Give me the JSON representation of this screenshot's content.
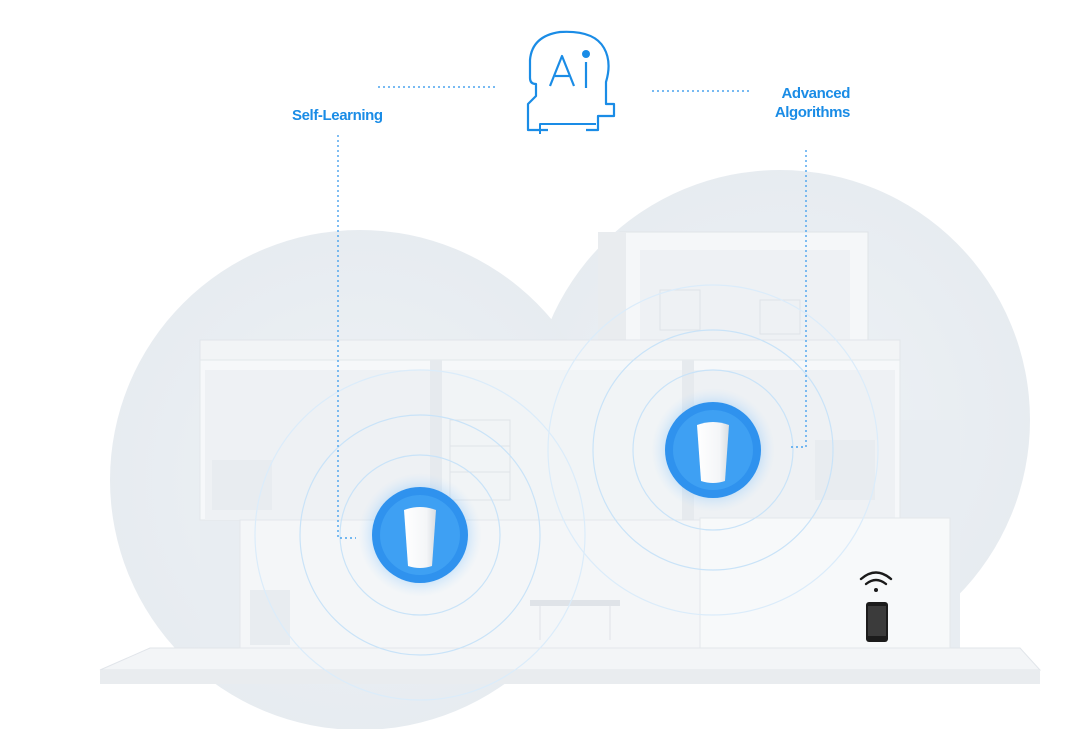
{
  "labels": {
    "self_learning": "Self-Learning",
    "advanced_line1": "Advanced",
    "advanced_line2": "Algorithms"
  },
  "icons": {
    "ai_head": "ai-head-icon",
    "router": "mesh-router-icon",
    "phone": "smartphone-icon",
    "wifi": "wifi-signal-icon"
  },
  "colors": {
    "accent": "#1a8ce6",
    "router_glow": "#3a9ff0",
    "house": "#eef1f4"
  }
}
